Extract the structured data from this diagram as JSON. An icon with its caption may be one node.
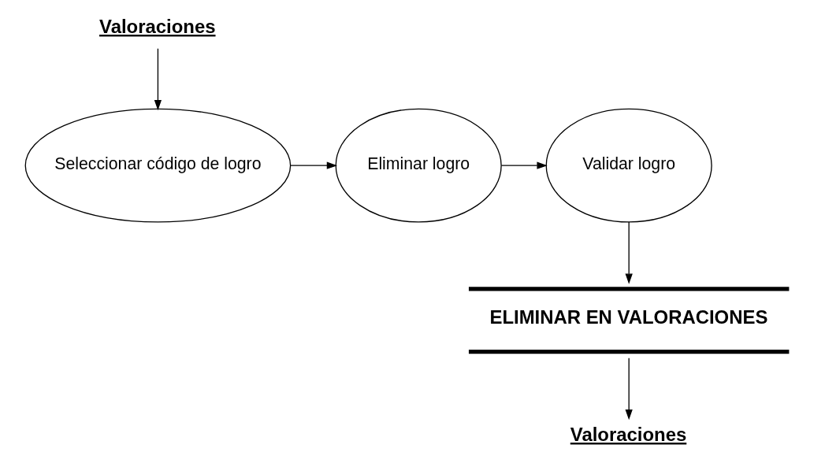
{
  "diagram": {
    "nodes": [
      {
        "text": [
          "Valoraciones"
        ]
      },
      {
        "text": [
          "Seleccionar código de logro"
        ]
      },
      {
        "text": [
          "Eliminar logro"
        ]
      },
      {
        "text": [
          "Validar logro"
        ]
      },
      {
        "text": [
          "Valoraciones"
        ]
      },
      {
        "text": [
          "ELIMINAR EN VALORACIONES"
        ]
      }
    ],
    "edges": [
      {
        "from": 0,
        "to": 1,
        "arrow": "to"
      },
      {
        "from": 1,
        "to": 2,
        "arrow": "to"
      },
      {
        "from": 2,
        "to": 3,
        "arrow": "to"
      },
      {
        "from": 3,
        "to": 5,
        "arrow": "to"
      },
      {
        "from": 5,
        "to": 4,
        "arrow": "to"
      }
    ]
  }
}
